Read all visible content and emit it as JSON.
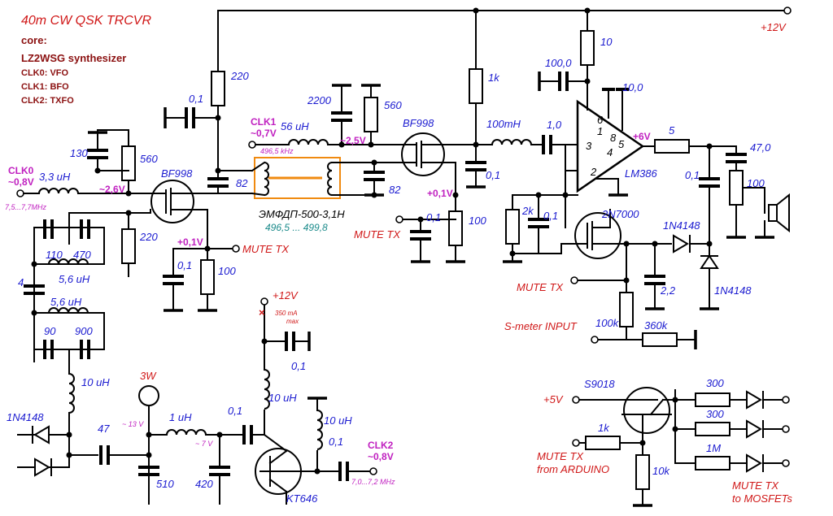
{
  "header": {
    "title": "40m CW QSK TRCVR",
    "core_label": "core:",
    "synth": "LZ2WSG  synthesizer",
    "clk0_desc": "CLK0: VFO",
    "clk1_desc": "CLK1: BFO",
    "clk2_desc": "CLK2: TXFO"
  },
  "supply": {
    "plus12": "+12V",
    "plus12b": "+12V",
    "plus5": "+5V",
    "plus6": "+6V",
    "current": "350 mA",
    "current_max": "max"
  },
  "signals": {
    "clk0": "CLK0",
    "clk0_v": "~0,8V",
    "clk0_range": "7,5...7,7MHz",
    "clk1": "CLK1",
    "clk1_v": "~0,7V",
    "clk1_freq": "496,5 kHz",
    "clk2": "CLK2",
    "clk2_v": "~0,8V",
    "clk2_range": "7,0...7,2 MHz",
    "v26": "~2,6V",
    "v25": "~2,5V",
    "v01a": "+0,1V",
    "v01b": "+0,1V",
    "v13": "~ 13 V",
    "v7": "~ 7 V",
    "rf_power": "3W"
  },
  "mute": {
    "m1": "MUTE TX",
    "m2": "MUTE TX",
    "m3": "MUTE TX",
    "arduino_1": "MUTE TX",
    "arduino_2": "from ARDUINO",
    "mosfet_1": "MUTE TX",
    "mosfet_2": "to MOSFETs",
    "smeter": "S-meter INPUT"
  },
  "filter": {
    "name": "ЭМФДП-500-3,1Н",
    "range": "496,5 ... 499,8"
  },
  "parts": {
    "q_bf998_a": "BF998",
    "q_bf998_b": "BF998",
    "q_lm386": "LM386",
    "q_2n7000": "2N7000",
    "q_kt646": "KT646",
    "q_s9018": "S9018",
    "d1": "1N4148",
    "d2": "1N4148",
    "d3": "1N4148",
    "r220a": "220",
    "c01a": "0,1",
    "c2200": "2200",
    "r560a": "560",
    "c82a": "82",
    "c82b": "82",
    "l56": "56 uH",
    "r1k": "1k",
    "l100m": "100mH",
    "c10": "1,0",
    "c01b": "0,1",
    "r10": "10",
    "c100": "100,0",
    "c10b": "10,0",
    "r5": "5",
    "c47": "47,0",
    "c01c": "0,1",
    "r100vol": "100",
    "c130": "130",
    "r560b": "560",
    "l33": "3,3 uH",
    "r220b": "220",
    "c110": "110",
    "c470": "470",
    "l56a": "5,6 uH",
    "c4": "4",
    "l56b": "5,6 uH",
    "c90": "90",
    "c900": "900",
    "c01d": "0,1",
    "r100a": "100",
    "c01e": "0,1",
    "r100b": "100",
    "r2k": "2k",
    "c01f": "0,1",
    "c22": "2,2",
    "r100k": "100k",
    "r360k": "360k",
    "l10a": "10 uH",
    "c47p": "47",
    "l1u": "1 uH",
    "c510": "510",
    "c420": "420",
    "c01g": "0,1",
    "c01h": "0,1",
    "l10b": "10 uH",
    "l10c": "10 uH",
    "c01i": "0,1",
    "r1kb": "1k",
    "r10k": "10k",
    "r300a": "300",
    "r300b": "300",
    "r1m": "1M"
  }
}
